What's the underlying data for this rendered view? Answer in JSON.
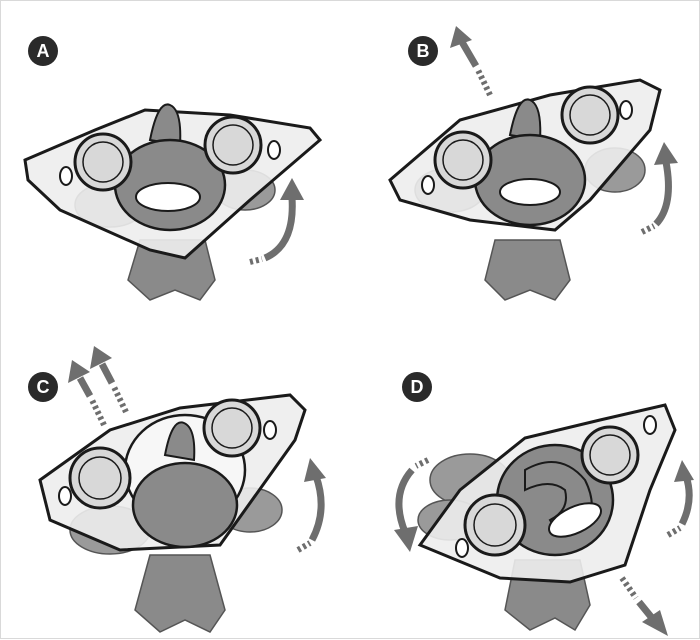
{
  "panels": [
    {
      "id": "A",
      "label": "A"
    },
    {
      "id": "B",
      "label": "B"
    },
    {
      "id": "C",
      "label": "C"
    },
    {
      "id": "D",
      "label": "D"
    }
  ],
  "colors": {
    "outline": "#1a1a1a",
    "plate_fill": "#ededed",
    "bone_fill": "#8a8a8a",
    "arrow": "#6e6e6e",
    "badge": "#2a2a2a"
  }
}
